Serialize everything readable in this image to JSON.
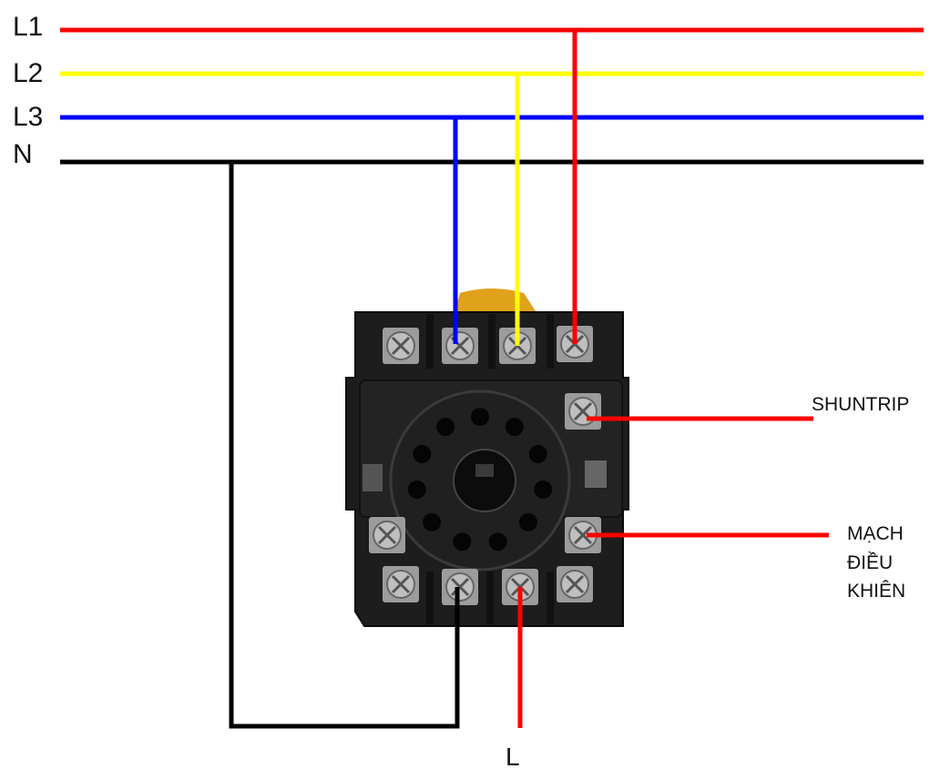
{
  "lines": {
    "l1": {
      "label": "L1",
      "color": "#ff0000"
    },
    "l2": {
      "label": "L2",
      "color": "#ffff00"
    },
    "l3": {
      "label": "L3",
      "color": "#0000ff"
    },
    "n": {
      "label": "N",
      "color": "#000000"
    }
  },
  "outputs": {
    "shuntrip": "SHUNTRIP",
    "control": [
      "MẠCH",
      "ĐIỀU",
      "KHIÊN"
    ],
    "l": "L"
  },
  "relay": {
    "body_color": "#1c1c1c",
    "clip_color": "#e0a21a",
    "screw_color": "#bfbfbf"
  }
}
